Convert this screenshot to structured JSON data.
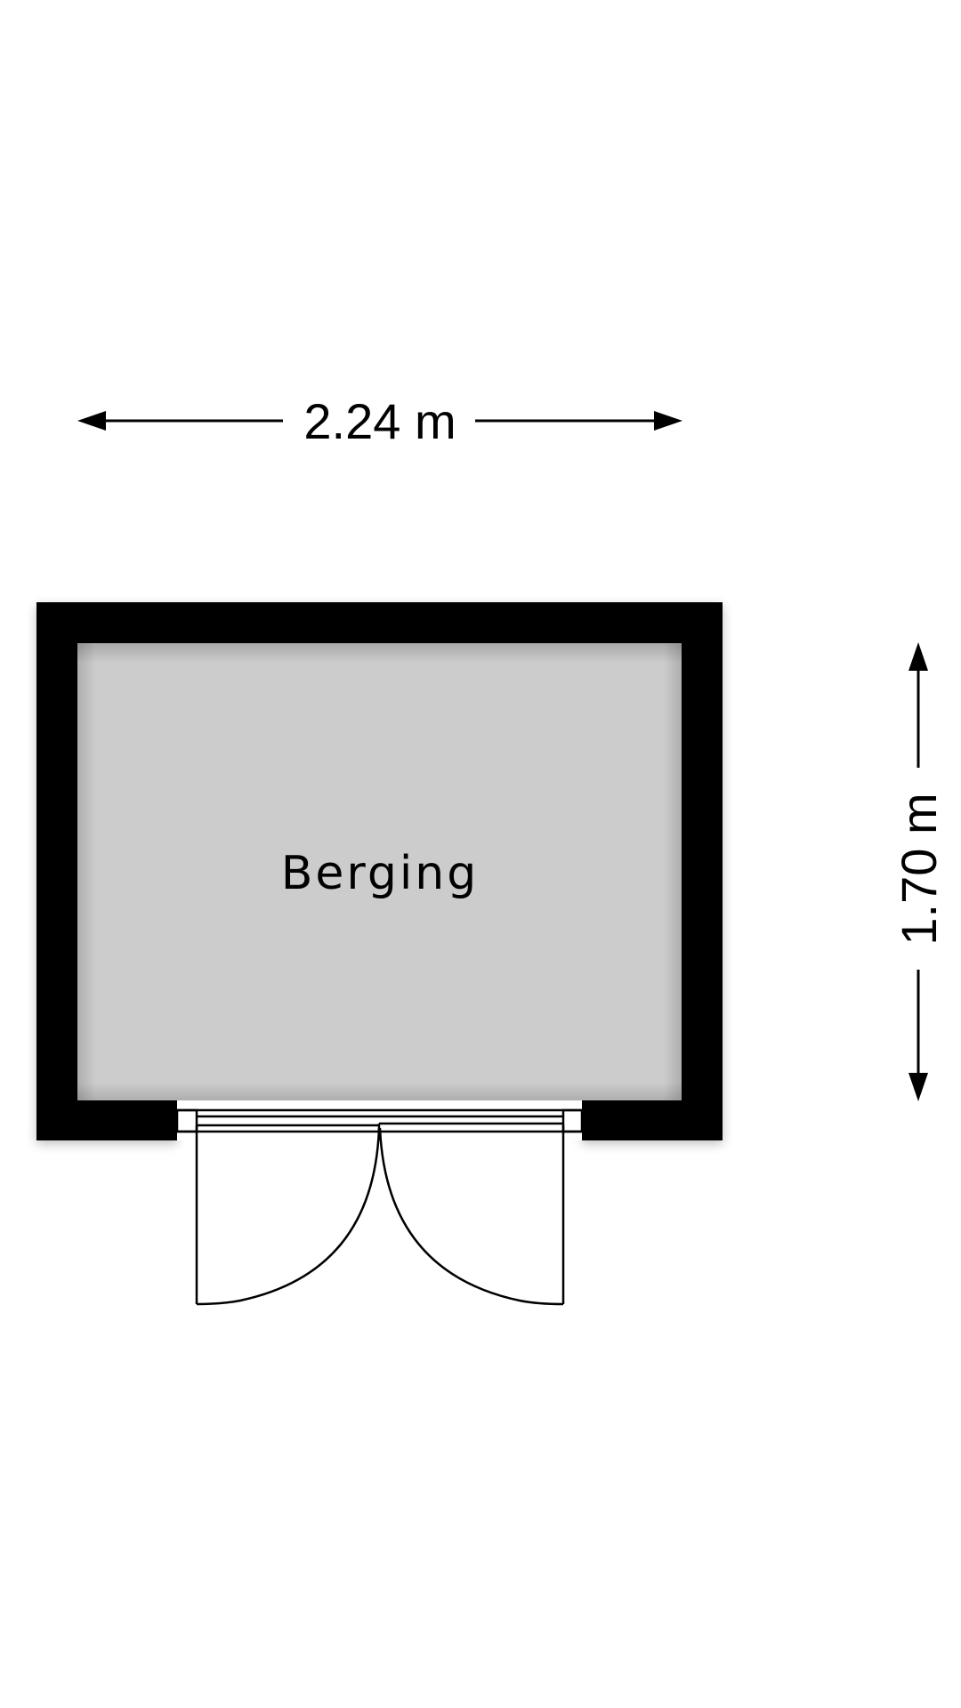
{
  "floorplan": {
    "room": {
      "name": "Berging",
      "fill_color": "#cccccc",
      "wall_color": "#000000"
    },
    "dimensions": {
      "width_label": "2.24 m",
      "height_label": "1.70 m"
    },
    "door": {
      "type": "double-door",
      "position": "bottom-wall"
    },
    "background_color": "#ffffff"
  }
}
